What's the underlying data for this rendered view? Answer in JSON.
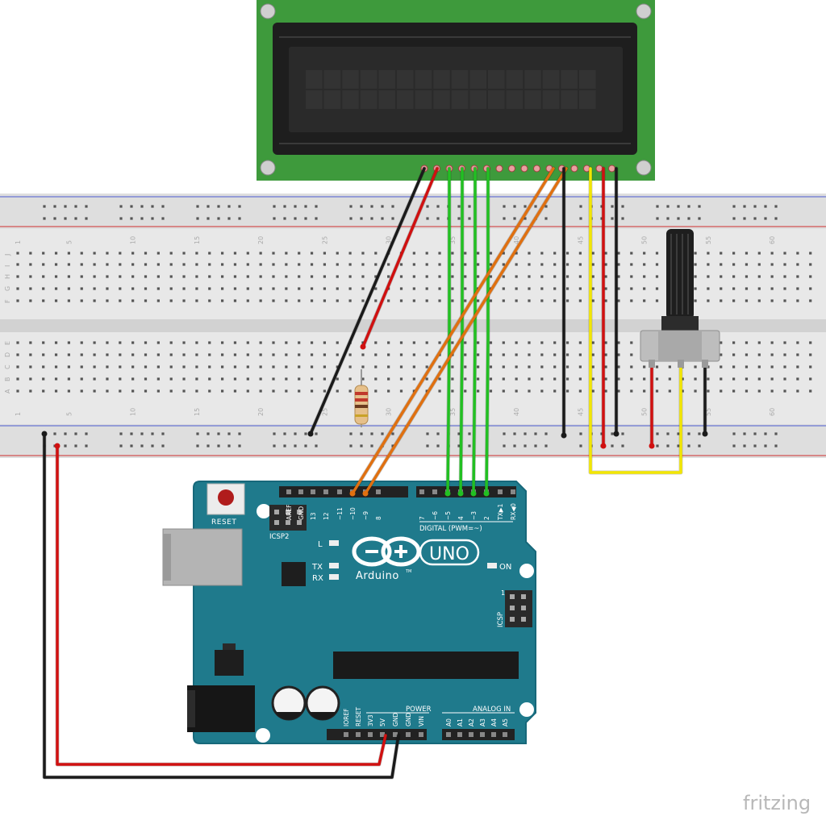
{
  "breadboard": {
    "column_numbers_top": [
      "1",
      "5",
      "10",
      "15",
      "20",
      "25",
      "30",
      "35",
      "40",
      "45",
      "50",
      "55",
      "60"
    ],
    "column_numbers_bottom": [
      "1",
      "5",
      "10",
      "15",
      "20",
      "25",
      "30",
      "35",
      "40",
      "45",
      "50",
      "55",
      "60"
    ],
    "row_letters_top": [
      "J",
      "I",
      "H",
      "G",
      "F"
    ],
    "row_letters_bottom": [
      "E",
      "D",
      "C",
      "B",
      "A"
    ]
  },
  "lcd": {
    "columns": 16,
    "rows": 2,
    "pin_count": 16,
    "colors": {
      "board": "#3e9a3c",
      "bezel": "#1e1e1e",
      "screen": "#2a2a2a",
      "cell": "#333333"
    }
  },
  "arduino": {
    "logo_text": "Arduino",
    "trademark": "TM",
    "model_text": "UNO",
    "reset_label": "RESET",
    "icsp2_label": "ICSP2",
    "icsp_label": "ICSP",
    "icsp_pin1": "1",
    "led_l_label": "L",
    "led_tx_label": "TX",
    "led_rx_label": "RX",
    "on_label": "ON",
    "digital_label": "DIGITAL (PWM=~)",
    "power_label": "POWER",
    "analog_label": "ANALOG IN",
    "digital_pins": [
      "AREF",
      "GND",
      "13",
      "12",
      "~11",
      "~10",
      "~9",
      "8",
      "7",
      "~6",
      "~5",
      "4",
      "~3",
      "2",
      "TX▶1",
      "RX◀0"
    ],
    "power_pins": [
      "IOREF",
      "RESET",
      "3V3",
      "5V",
      "GND",
      "GND",
      "VIN"
    ],
    "analog_pins": [
      "A0",
      "A1",
      "A2",
      "A3",
      "A4",
      "A5"
    ],
    "colors": {
      "board": "#1f7a8c",
      "edge": "#17687a",
      "silk": "#ffffff"
    }
  },
  "wires": {
    "colors": {
      "black": "#1a1a1a",
      "red": "#d01010",
      "green": "#22c022",
      "orange": "#e07010",
      "yellow": "#f2e600"
    }
  },
  "watermark": "fritzing"
}
